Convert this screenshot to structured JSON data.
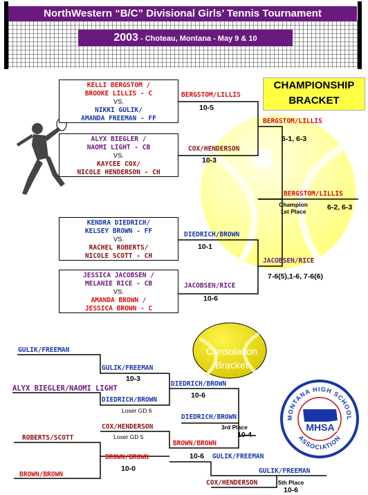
{
  "header": {
    "title": "NorthWestern “B/C” Divisional Girls’ Tennis Tournament",
    "year": "2003",
    "subtitle": " - Choteau, Montana - May 9 & 10"
  },
  "championship": {
    "label_line1": "CHAMPIONSHIP",
    "label_line2": "BRACKET",
    "m1": {
      "p1a": "KELLI BERGSTOM /",
      "p1b": "BROOKE LILLIS - C",
      "vs": "VS.",
      "p2a": "NIKKI GULIK/",
      "p2b": "AMANDA FREEMAN - FF",
      "winner": "BERGSTOM/LILLIS",
      "score": "10-5"
    },
    "m2": {
      "p1a": "ALYX BIEGLER /",
      "p1b": "NAOMI LIGHT - CB",
      "vs": "VS.",
      "p2a": "KAYCEE COX/",
      "p2b": "NICOLE HENDERSON - CH",
      "winner": "COX/HENDERSON",
      "score": "10-3"
    },
    "m3": {
      "p1a": "KENDRA DIEDRICH/",
      "p1b": "KELSEY BROWN - FF",
      "vs": "VS.",
      "p2a": "RACHEL ROBERTS/",
      "p2b": "NICOLE SCOTT - CH",
      "winner": "DIEDRICH/BROWN",
      "score": "10-1"
    },
    "m4": {
      "p1a": "JESSICA JACOBSEN /",
      "p1b": "MELANIE RICE - CB",
      "vs": "VS.",
      "p2a": "AMANDA BROWN /",
      "p2b": "JESSICA BROWN - C",
      "winner": "JACOBSEN/RICE",
      "score": "10-6"
    },
    "semi1": {
      "winner": "BERGSTOM/LILLIS",
      "score": "6-1, 6-3"
    },
    "semi2": {
      "winner": "JACOBSEN/RICE",
      "score": "7-6(5),1-6, 7-6(6)"
    },
    "final": {
      "winner": "BERGSTOM/LILLIS",
      "score": "6-2, 6-3",
      "place_line1": "Champion",
      "place_line2": "1st Place"
    }
  },
  "consolation": {
    "label": "Consolation Bracket",
    "gulik_entry": "GULIK/FREEMAN",
    "biegler_entry": "ALYX BIEGLER/NAOMI LIGHT",
    "r1_winner": "GULIK/FREEMAN",
    "r1_score": "10-3",
    "diedrich_entry": "DIEDRICH/BROWN",
    "loser_gd6": "Loser GD 6",
    "qf_winner": "DIEDRICH/BROWN",
    "qf_score": "10-6",
    "cox_entry": "COX/HENDERSON",
    "loser_gd5": "Loser GD 5",
    "roberts_entry": "ROBERTS/SCOTT",
    "brown_entry": "BROWN/BROWN",
    "r1b_winner": "BROWN/BROWN",
    "r1b_score": "10-0",
    "brown_adv": "BROWN/BROWN",
    "brown_adv_score": "10-6",
    "third_winner": "DIEDRICH/BROWN",
    "third_place": "3rd Place",
    "third_score": "10-4",
    "gulik_5th_entry": "GULIK/FREEMAN",
    "gulik_5th_winner": "GULIK/FREEMAN",
    "cox_5th_entry": "COX/HENDERSON",
    "fifth_place": "5th Place",
    "fifth_score": "10-6"
  },
  "logo": {
    "top_text": "MONTANA HIGH SCHOOL",
    "abbr": "MHSA",
    "bottom_text": "ASSOCIATION"
  }
}
